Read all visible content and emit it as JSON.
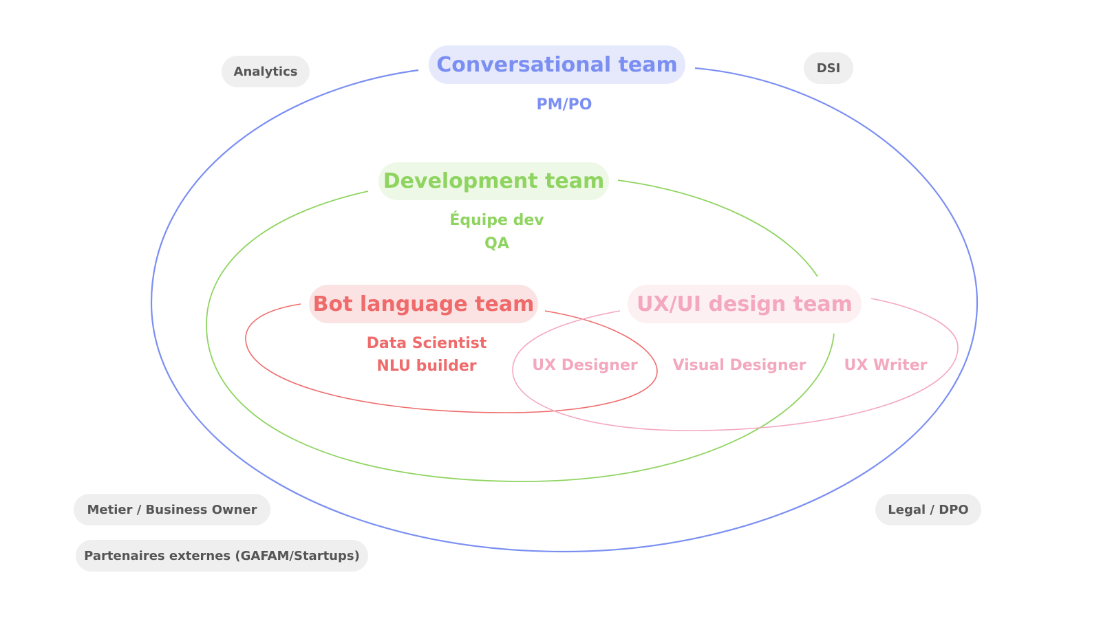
{
  "colors": {
    "conversational": "#7b8ff2",
    "conversational_bg": "#e6e9fb",
    "development": "#8fd461",
    "development_bg": "#eef8e6",
    "bot_language": "#ef6b6b",
    "bot_language_bg": "#fbe3e3",
    "ux_ui": "#f3a8be",
    "ux_ui_bg": "#fdf0f3",
    "external_bg": "#efefef",
    "external_text": "#555555"
  },
  "teams": {
    "conversational": {
      "title": "Conversational team",
      "roles": [
        "PM/PO"
      ]
    },
    "development": {
      "title": "Development team",
      "roles": [
        "Équipe dev",
        "QA"
      ]
    },
    "bot_language": {
      "title": "Bot language team",
      "roles": [
        "Data Scientist",
        "NLU builder"
      ]
    },
    "ux_ui": {
      "title": "UX/UI design team",
      "roles": [
        "UX Designer",
        "Visual Designer",
        "UX Writer"
      ]
    }
  },
  "external": {
    "analytics": "Analytics",
    "dsi": "DSI",
    "metier": "Metier / Business Owner",
    "partenaires": "Partenaires externes (GAFAM/Startups)",
    "legal": "Legal / DPO"
  }
}
